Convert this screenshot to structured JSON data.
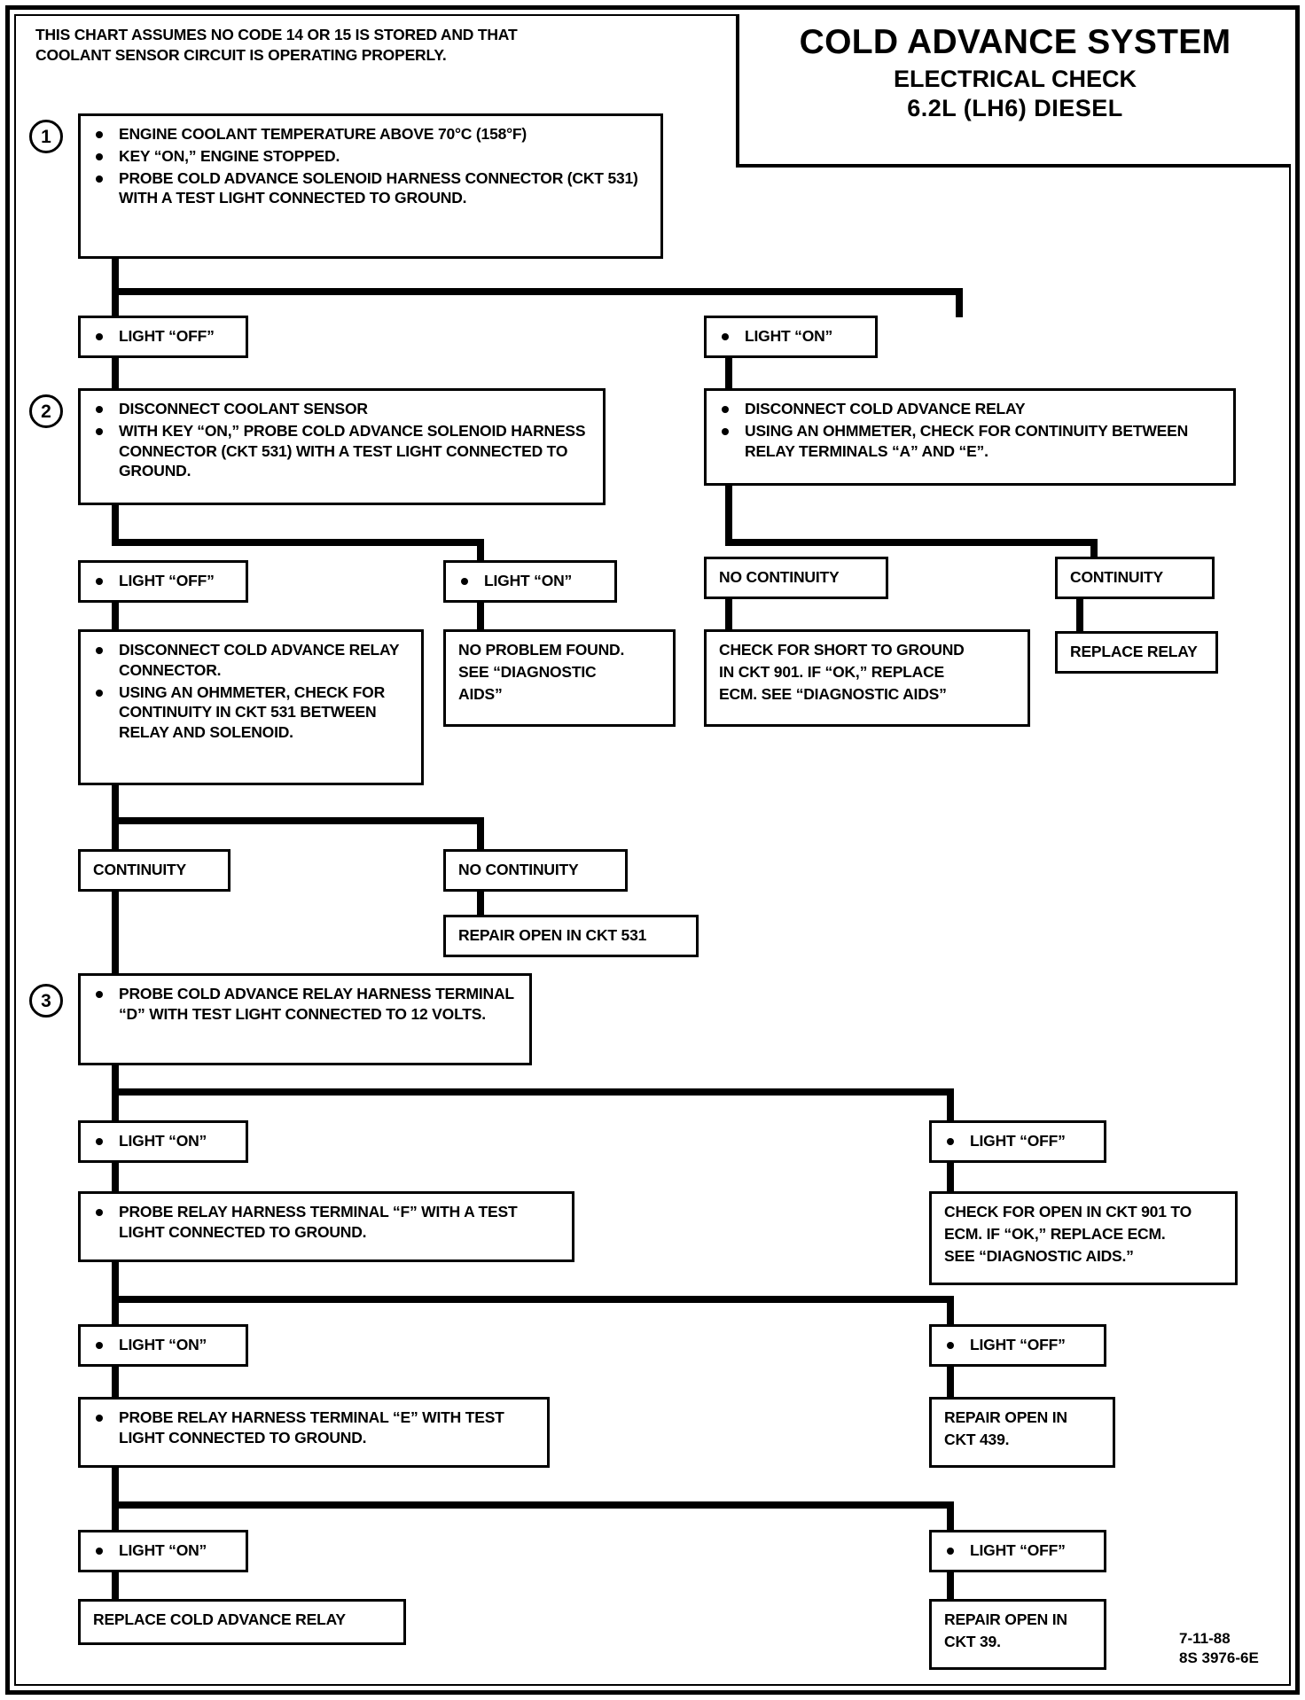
{
  "header": {
    "note": "THIS CHART ASSUMES NO CODE 14 OR 15 IS STORED AND THAT COOLANT SENSOR CIRCUIT IS OPERATING PROPERLY.",
    "note_line1": "THIS CHART ASSUMES NO CODE 14 OR 15 IS STORED AND THAT",
    "note_line2": "COOLANT SENSOR CIRCUIT IS OPERATING PROPERLY.",
    "title_main": "COLD ADVANCE SYSTEM",
    "title_sub1": "ELECTRICAL CHECK",
    "title_sub2": "6.2L  (LH6) DIESEL"
  },
  "steps": {
    "one": "1",
    "two": "2",
    "three": "3"
  },
  "boxes": {
    "step1": {
      "bullets": [
        "ENGINE COOLANT TEMPERATURE ABOVE 70°C (158°F)",
        "KEY “ON,” ENGINE  STOPPED.",
        "PROBE COLD ADVANCE SOLENOID HARNESS CONNECTOR (CKT 531) WITH A TEST LIGHT CONNECTED TO GROUND."
      ]
    },
    "light_off_1": {
      "bullets": [
        "LIGHT “OFF”"
      ]
    },
    "light_on_1": {
      "bullets": [
        "LIGHT “ON”"
      ]
    },
    "step2_left": {
      "bullets": [
        "DISCONNECT COOLANT SENSOR",
        "WITH KEY “ON,” PROBE COLD ADVANCE SOLENOID HARNESS CONNECTOR (CKT 531) WITH A TEST LIGHT CONNECTED TO GROUND."
      ]
    },
    "step2_right": {
      "bullets": [
        "DISCONNECT COLD ADVANCE RELAY",
        "USING AN OHMMETER, CHECK FOR CONTINUITY BETWEEN RELAY TERMINALS “A” AND “E”."
      ]
    },
    "light_off_2": {
      "bullets": [
        "LIGHT “OFF”"
      ]
    },
    "light_on_2": {
      "bullets": [
        "LIGHT “ON”"
      ]
    },
    "no_continuity_1": {
      "lines": [
        "NO CONTINUITY"
      ]
    },
    "continuity_right": {
      "lines": [
        "CONTINUITY"
      ]
    },
    "ohmmeter_left": {
      "bullets": [
        "DISCONNECT COLD ADVANCE RELAY CONNECTOR.",
        "USING AN OHMMETER, CHECK FOR CONTINUITY IN CKT 531 BETWEEN RELAY AND SOLENOID."
      ]
    },
    "no_problem_found": {
      "lines": [
        "NO PROBLEM FOUND.",
        "SEE  “DIAGNOSTIC",
        "AIDS”"
      ]
    },
    "check_short_901": {
      "lines": [
        "CHECK FOR SHORT TO GROUND",
        "IN CKT 901.  IF “OK,” REPLACE",
        "ECM.  SEE “DIAGNOSTIC AIDS”"
      ]
    },
    "replace_relay": {
      "lines": [
        "REPLACE RELAY"
      ]
    },
    "continuity_left": {
      "lines": [
        "CONTINUITY"
      ]
    },
    "no_continuity_2": {
      "lines": [
        "NO CONTINUITY"
      ]
    },
    "repair_open_531": {
      "lines": [
        "REPAIR OPEN IN CKT 531"
      ]
    },
    "step3": {
      "bullets": [
        "PROBE COLD ADVANCE RELAY HARNESS TERMINAL “D” WITH TEST LIGHT CONNECTED TO 12 VOLTS."
      ]
    },
    "light_on_3": {
      "bullets": [
        "LIGHT “ON”"
      ]
    },
    "light_off_3": {
      "bullets": [
        "LIGHT “OFF”"
      ]
    },
    "probe_f": {
      "bullets": [
        "PROBE RELAY HARNESS TERMINAL “F” WITH A TEST LIGHT CONNECTED TO GROUND."
      ]
    },
    "check_open_901": {
      "lines": [
        "CHECK FOR OPEN IN CKT 901 TO",
        "ECM.  IF “OK,” REPLACE ECM.",
        "SEE “DIAGNOSTIC AIDS.”"
      ]
    },
    "light_on_4": {
      "bullets": [
        "LIGHT “ON”"
      ]
    },
    "light_off_4": {
      "bullets": [
        "LIGHT “OFF”"
      ]
    },
    "probe_e": {
      "bullets": [
        "PROBE RELAY HARNESS TERMINAL “E” WITH TEST LIGHT CONNECTED TO GROUND."
      ]
    },
    "repair_open_439": {
      "lines": [
        "REPAIR OPEN IN",
        "CKT 439."
      ]
    },
    "light_on_5": {
      "bullets": [
        "LIGHT “ON”"
      ]
    },
    "light_off_5": {
      "bullets": [
        "LIGHT “OFF”"
      ]
    },
    "replace_cold_advance_relay": {
      "lines": [
        "REPLACE COLD ADVANCE RELAY"
      ]
    },
    "repair_open_39": {
      "lines": [
        "REPAIR OPEN IN",
        "CKT 39."
      ]
    }
  },
  "footer": {
    "date": "7-11-88",
    "code": "8S 3976-6E"
  },
  "colors": {
    "ink": "#000000",
    "paper": "#ffffff"
  }
}
